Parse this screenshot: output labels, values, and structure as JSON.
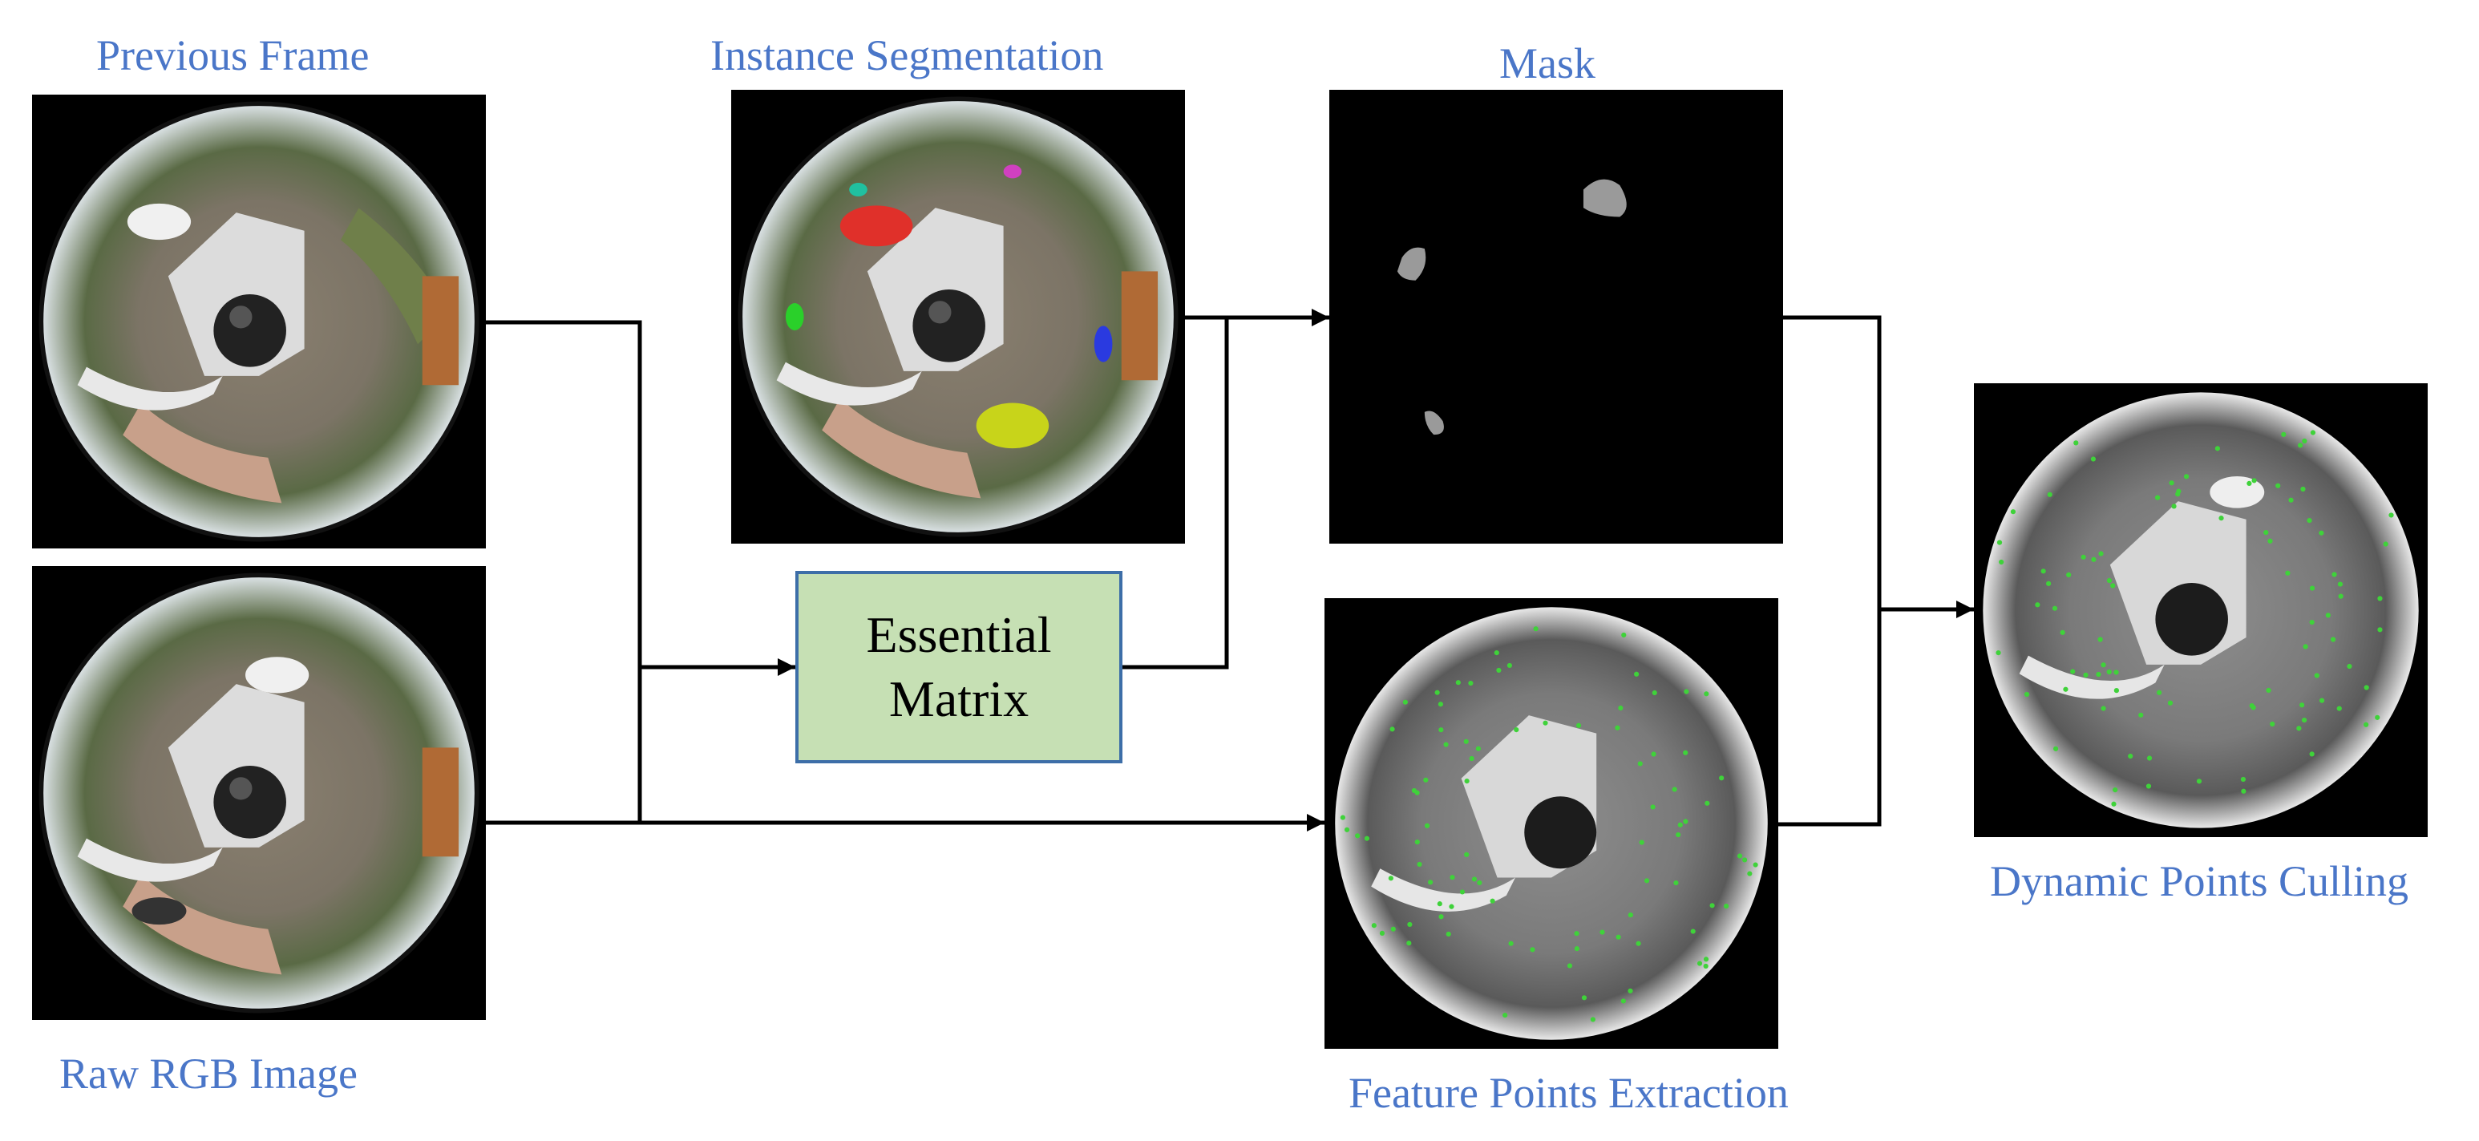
{
  "labels": {
    "previous_frame": "Previous Frame",
    "raw_rgb_image": "Raw RGB Image",
    "instance_segmentation": "Instance Segmentation",
    "mask": "Mask",
    "feature_points_extraction": "Feature Points Extraction",
    "dynamic_points_culling": "Dynamic Points Culling"
  },
  "essential_matrix": {
    "line1": "Essential",
    "line2": "Matrix"
  },
  "colors": {
    "label_text": "#4a76c8",
    "box_fill": "#c6e0b4",
    "box_border": "#3d6ea8",
    "arrow": "#000000",
    "feature_point": "#3fd23a"
  }
}
